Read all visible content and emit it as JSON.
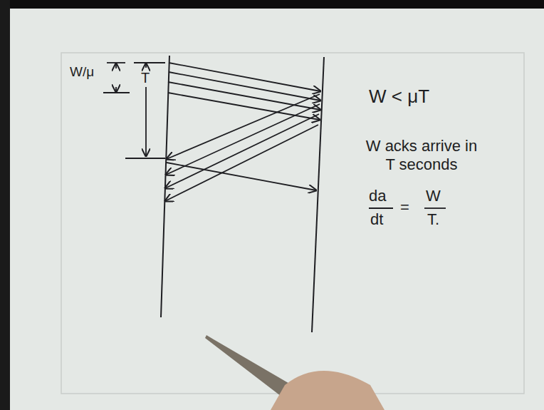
{
  "diagram": {
    "labels": [
      "W/μ",
      "T",
      "W < μT",
      "W acks arrive in T seconds",
      "da",
      "dt",
      "=",
      "W",
      "T."
    ]
  }
}
